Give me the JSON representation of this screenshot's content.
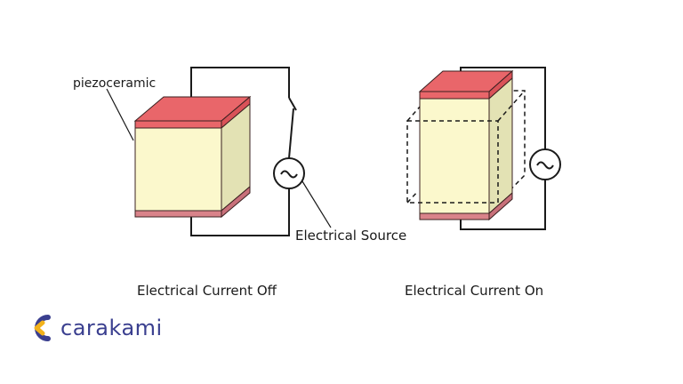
{
  "labels": {
    "piezoceramic": "piezoceramic",
    "source": "Electrical Source",
    "caption_off": "Electrical Current Off",
    "caption_on": "Electrical Current On"
  },
  "logo": {
    "text": "carakami",
    "icon": "carakami-logo-icon",
    "color": "#3a3f8f"
  },
  "colors": {
    "top_face": "#e9666a",
    "front_face": "#fbf8cc",
    "side_face": "#e3e2b4",
    "bottom_strip": "#d9838a",
    "wire": "#1a1a1a"
  },
  "icons": {
    "source_off": "ac-source-icon",
    "source_on": "ac-source-icon",
    "switch_off": "open-switch-icon"
  }
}
